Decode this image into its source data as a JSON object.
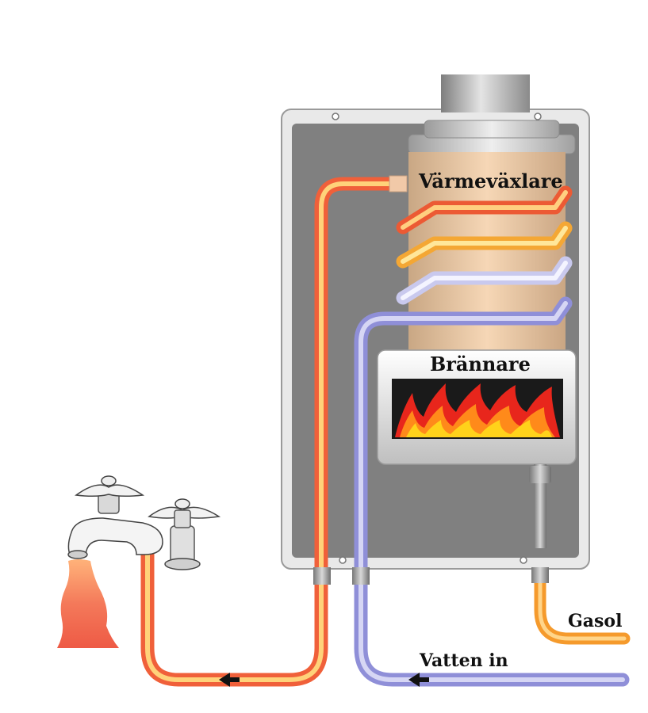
{
  "labels": {
    "heat_exchanger": "Värmeväxlare",
    "burner": "Brännare",
    "gas": "Gasol",
    "water_in": "Vatten in"
  },
  "colors": {
    "hot_pipe": "#f0603a",
    "hot_core": "#ffd27a",
    "cold_pipe": "#8f8fd8",
    "cold_core": "#d6d6f4",
    "gas_pipe": "#f59a2c",
    "cabinet_panel": "#808080",
    "flame_red": "#e8261c",
    "flame_yellow": "#ffd21a"
  },
  "icons": [
    "faucet-icon",
    "flowing-hot-water-icon",
    "flame-icon",
    "flow-arrow-icon"
  ]
}
